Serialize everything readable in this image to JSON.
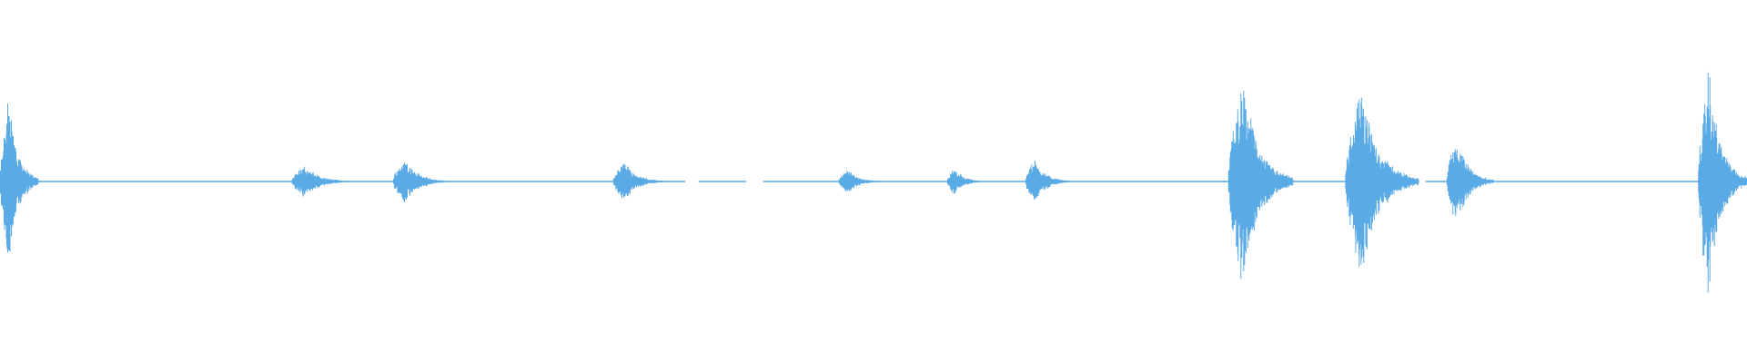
{
  "waveform": {
    "color": "#5aaae6",
    "bursts": [
      {
        "peak_amplitude": 0.52,
        "start": 0.0,
        "end": 0.022
      },
      {
        "peak_amplitude": 0.1,
        "start": 0.167,
        "end": 0.2
      },
      {
        "peak_amplitude": 0.14,
        "start": 0.225,
        "end": 0.255
      },
      {
        "peak_amplitude": 0.12,
        "start": 0.351,
        "end": 0.38
      },
      {
        "peak_amplitude": 0.07,
        "start": 0.48,
        "end": 0.505
      },
      {
        "peak_amplitude": 0.08,
        "start": 0.542,
        "end": 0.563
      },
      {
        "peak_amplitude": 0.13,
        "start": 0.587,
        "end": 0.612
      },
      {
        "peak_amplitude": 0.61,
        "start": 0.703,
        "end": 0.74
      },
      {
        "peak_amplitude": 0.53,
        "start": 0.77,
        "end": 0.812
      },
      {
        "peak_amplitude": 0.26,
        "start": 0.828,
        "end": 0.855
      },
      {
        "peak_amplitude": 0.65,
        "start": 0.972,
        "end": 1.0
      }
    ]
  }
}
